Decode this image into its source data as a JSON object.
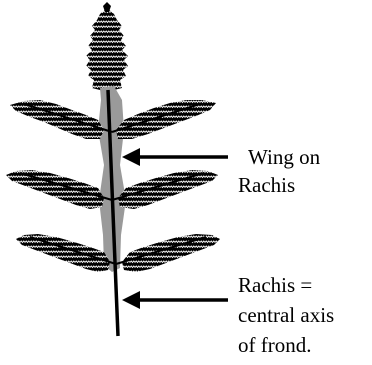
{
  "colors": {
    "ink": "#000000",
    "wing": "#9a9a9a",
    "background": "#ffffff"
  },
  "labels": {
    "wing_line1": "Wing on",
    "wing_line2": "Rachis",
    "rachis_line1": "Rachis =",
    "rachis_line2": "central axis",
    "rachis_line3": "of frond."
  }
}
